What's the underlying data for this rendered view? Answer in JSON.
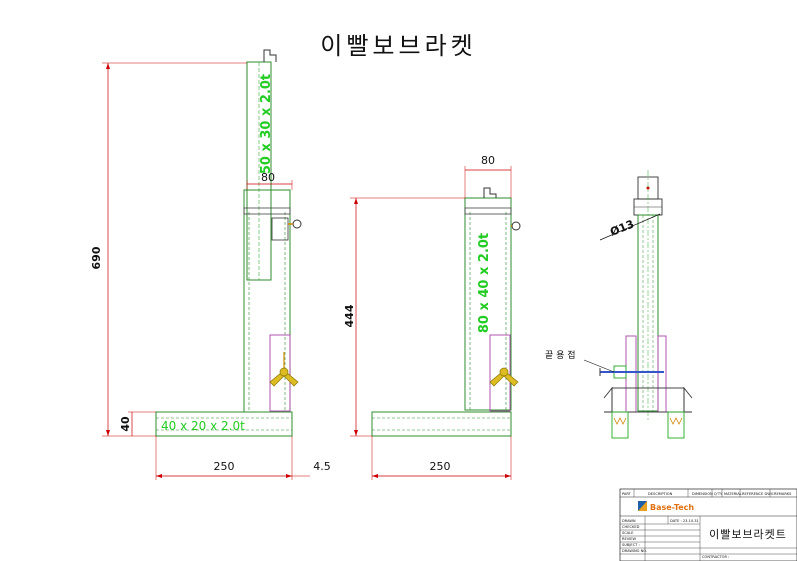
{
  "drawing": {
    "title": "이빨보브라켓",
    "dimensions": {
      "d690": "690",
      "d40": "40",
      "d250_left": "250",
      "d4_5": "4.5",
      "d80_left": "80",
      "d80_mid": "80",
      "d444": "444",
      "d250_mid": "250",
      "d_dia13": "Ø13"
    },
    "specs": {
      "left_column": "50 x 30 x 2.0t",
      "left_base": "40 x 20 x 2.0t",
      "mid_column": "80 x 40 x 2.0t"
    },
    "annotation": "끝 용 접",
    "colors": {
      "spec_text": "#22cc22",
      "dimension_line": "#cc0000",
      "part_outline": "#2e8b2e",
      "handle": "#cc8800",
      "flange": "#aa44aa",
      "bolt": "#3355cc"
    }
  },
  "title_block": {
    "headers": [
      "PART",
      "DESCRIPTION",
      "DIMENSION",
      "Q'TY",
      "MATERIAL",
      "REFERENCE DWG",
      "REMARKS"
    ],
    "logo_text": "Base-Tech",
    "rows": [
      "DRAWN",
      "CHECKED",
      "SCALE",
      "REVIEW",
      "SUBJECT :",
      "DRAWING NO."
    ],
    "date_label": "DATE : 23.10.31",
    "contractor_label": "CONTRACTOR :",
    "drawing_name": "이빨보브라켓트"
  }
}
